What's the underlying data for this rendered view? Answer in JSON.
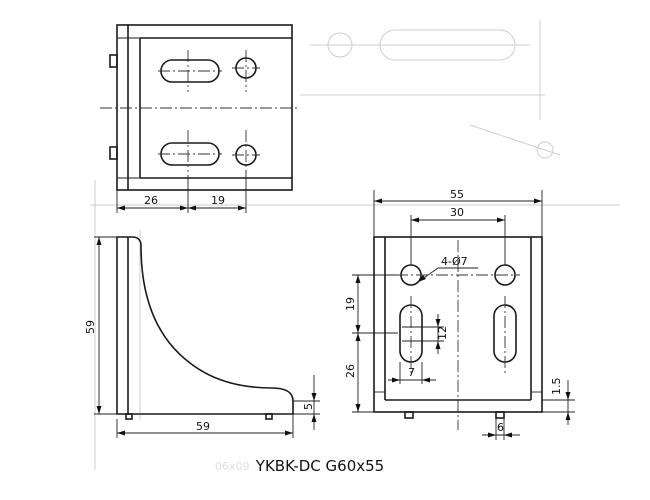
{
  "title": "YKBK-DC G60x55",
  "dimensions": {
    "top_width_left": "26",
    "top_width_right": "19",
    "side_height": "59",
    "side_width": "59",
    "side_foot": "5",
    "front_overall": "55",
    "front_hole_spacing": "30",
    "front_hole_label": "4-Ø7",
    "front_upper_offset": "19",
    "front_lower_offset": "26",
    "front_slot_length": "12",
    "front_slot_width": "7",
    "front_lip": "1.5",
    "front_foot": "6"
  }
}
